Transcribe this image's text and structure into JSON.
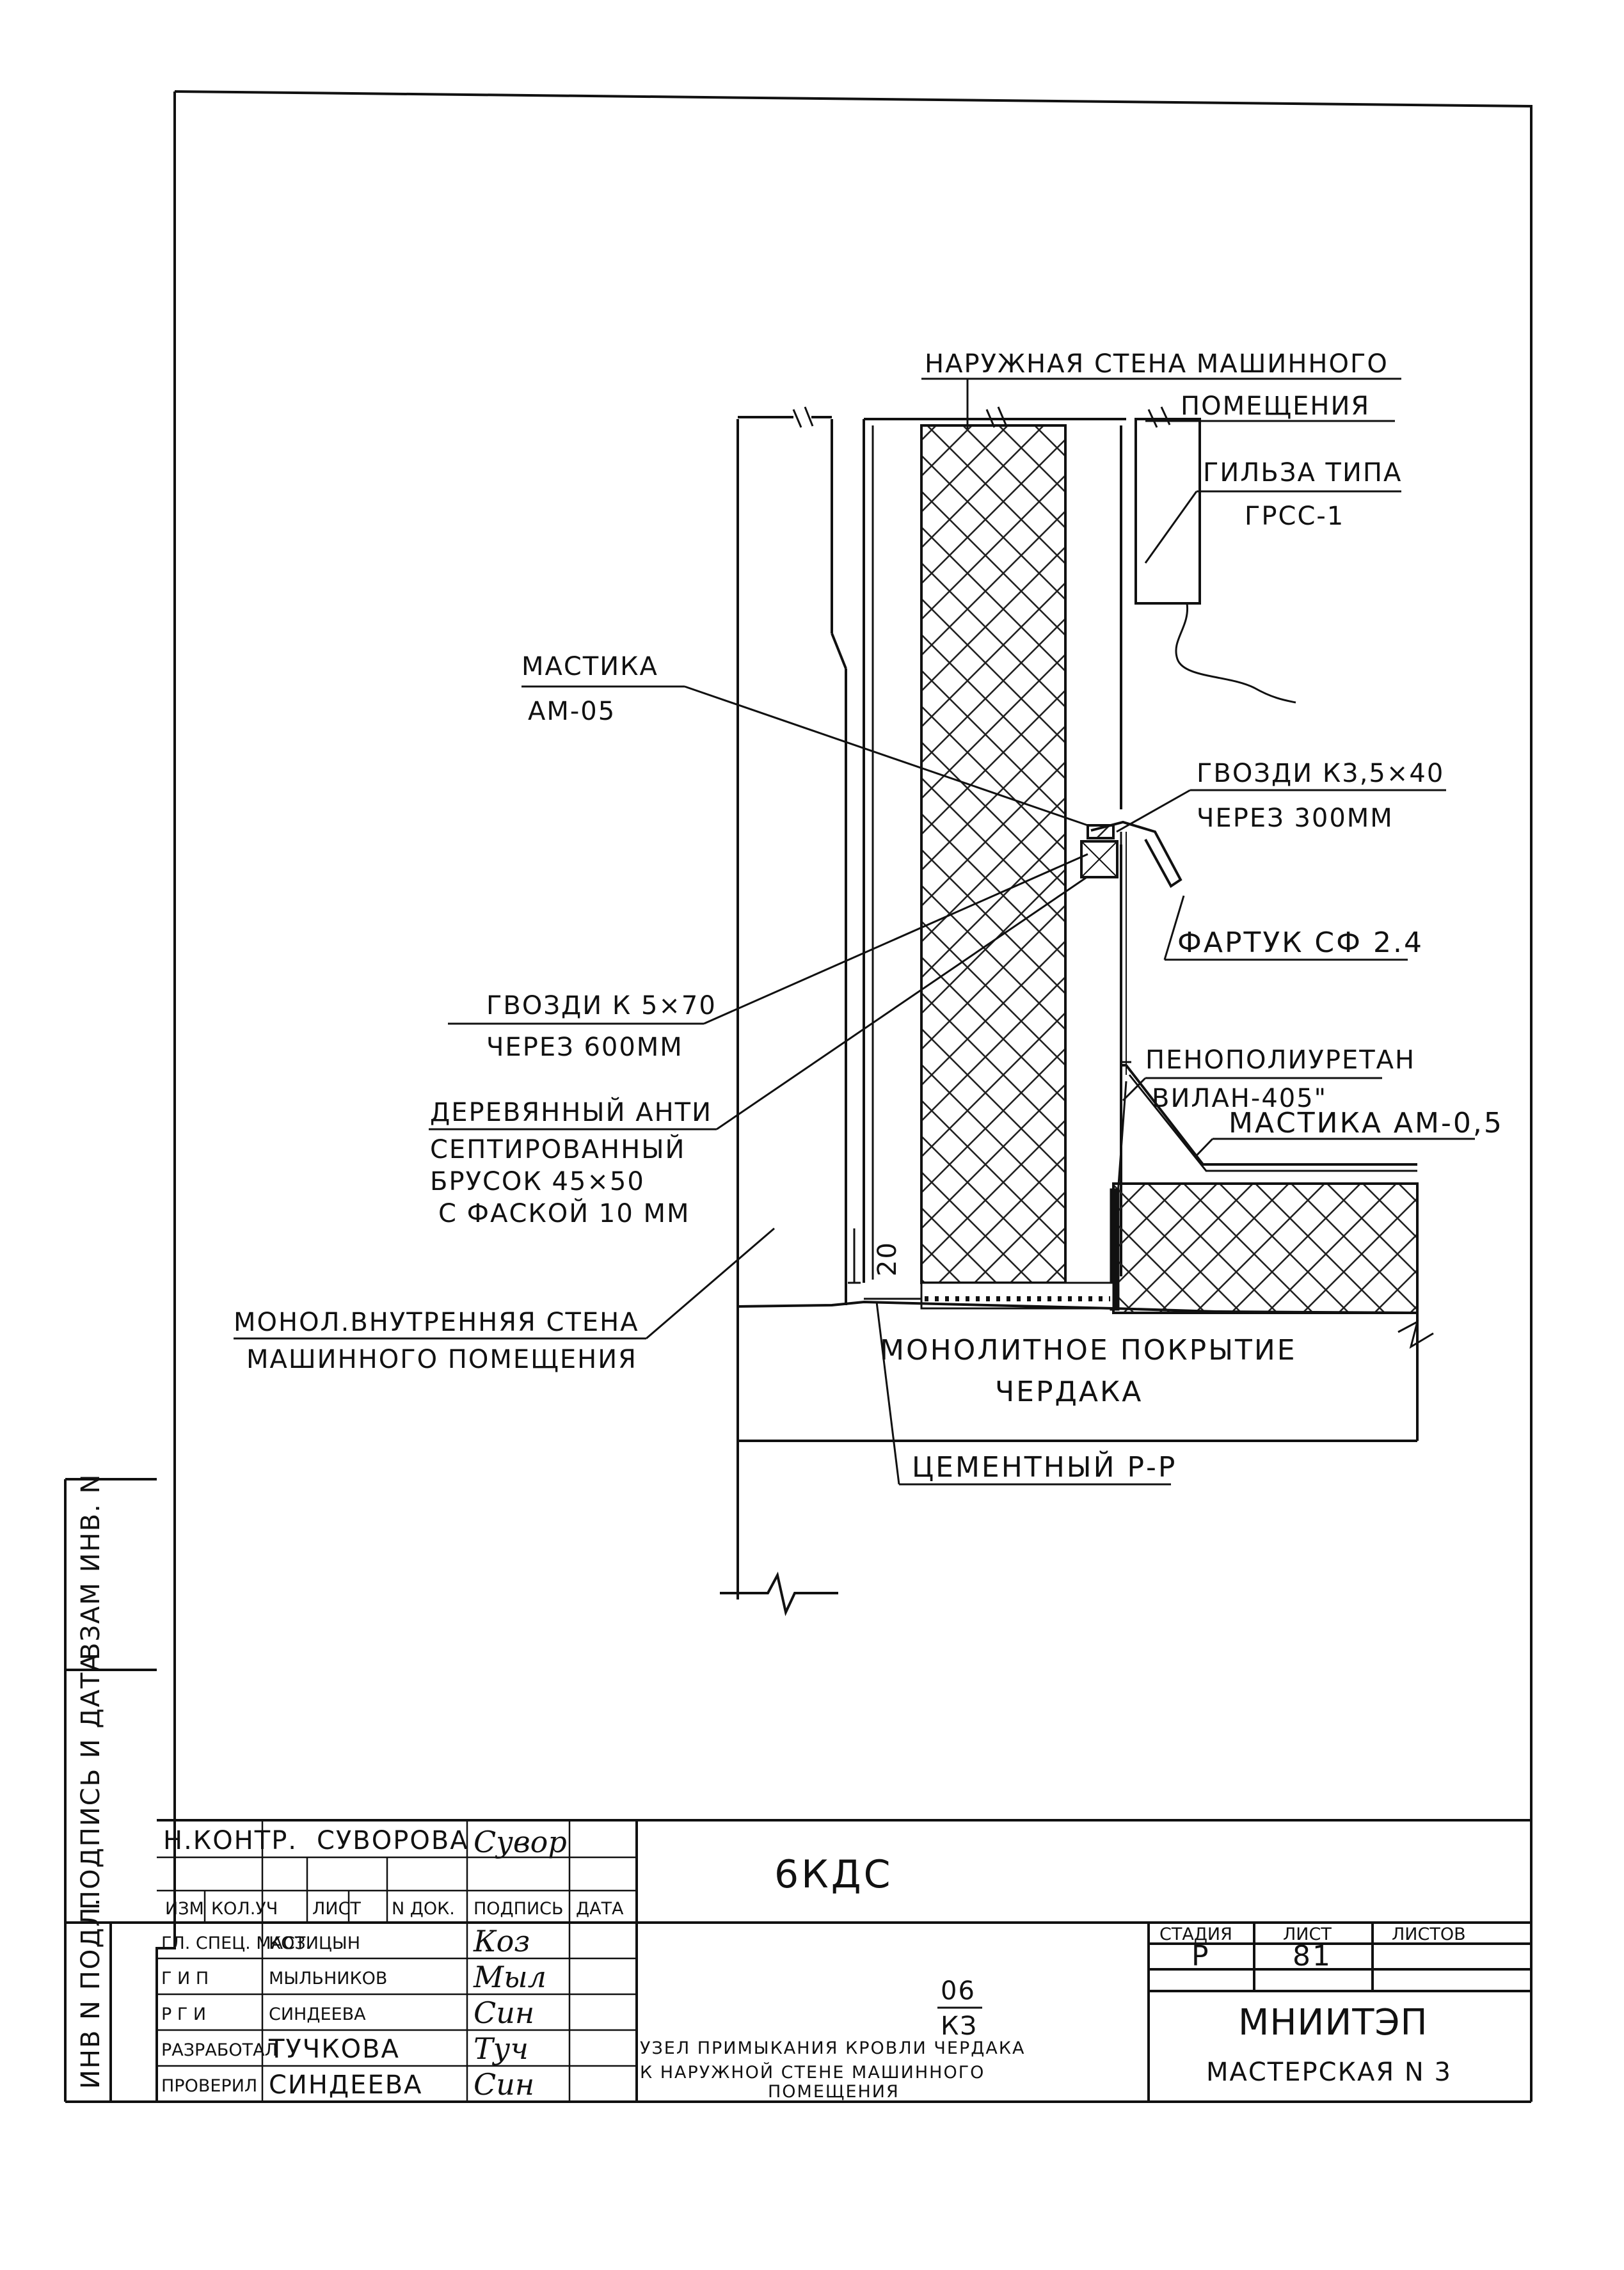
{
  "drawing": {
    "callouts": {
      "outer_wall": [
        "НАРУЖНАЯ СТЕНА МАШИННОГО",
        "ПОМЕЩЕНИЯ"
      ],
      "sleeve": [
        "ГИЛЬЗА ТИПА",
        "ГРСС-1"
      ],
      "mastic_top": [
        "МАСТИКА",
        "АМ-05"
      ],
      "nails_apron": [
        "ГВОЗДИ К3,5×40",
        "ЧЕРЕЗ 300ММ"
      ],
      "apron": "ФАРТУК СФ 2.4",
      "nails_bar": [
        "ГВОЗДИ К 5×70",
        "ЧЕРЕЗ 600ММ"
      ],
      "foam": [
        "ПЕНОПОЛИУРЕТАН",
        "ВИЛАН-405\""
      ],
      "mastic_roof": "МАСТИКА АМ-0,5",
      "wood_bar": [
        "ДЕРЕВЯННЫЙ АНТИ",
        "СЕПТИРОВАННЫЙ",
        "БРУСОК 45×50",
        "С ФАСКОЙ 10 ММ"
      ],
      "inner_wall": [
        "МОНОЛ.ВНУТРЕННЯЯ СТЕНА",
        "МАШИННОГО ПОМЕЩЕНИЯ"
      ],
      "slab": [
        "МОНОЛИТНОЕ ПОКРЫТИЕ",
        "ЧЕРДАКА"
      ],
      "cement": "ЦЕМЕНТНЫЙ Р-Р",
      "dimension": "20"
    }
  },
  "side_stamps": [
    "ВЗАМ ИНВ. N",
    "ПОДПИСЬ И ДАТА",
    "ИНВ N ПОДЛ."
  ],
  "title_block": {
    "project_code": "6КДС",
    "norm_control": {
      "role": "Н.КОНТР.",
      "name": "СУВОРОВА",
      "signature": "Сувор"
    },
    "header_row": [
      "ИЗМ",
      "КОЛ.УЧ",
      "ЛИСТ",
      "N ДОК.",
      "ПОДПИСЬ",
      "ДАТА"
    ],
    "staff": [
      {
        "role": "ГЛ. СПЕЦ. МАСТ.",
        "name": "КОЗИЦЫН",
        "signature": "Коз"
      },
      {
        "role": "Г И П",
        "name": "МЫЛЬНИКОВ",
        "signature": "Мыл"
      },
      {
        "role": "Р Г И",
        "name": "СИНДЕЕВА",
        "signature": "Син"
      },
      {
        "role": "РАЗРАБОТАЛ",
        "name": "ТУЧКОВА",
        "signature": "Туч"
      },
      {
        "role": "ПРОВЕРИЛ",
        "name": "СИНДЕЕВА",
        "signature": "Син"
      }
    ],
    "sheet_code_top": "06",
    "sheet_code_bottom": "КЗ",
    "sheet_title": [
      "УЗЕЛ ПРИМЫКАНИЯ КРОВЛИ ЧЕРДАКА",
      "К НАРУЖНОЙ СТЕНЕ МАШИННОГО",
      "ПОМЕЩЕНИЯ"
    ],
    "stage_header": "СТАДИЯ",
    "sheet_header": "ЛИСТ",
    "sheets_header": "ЛИСТОВ",
    "stage": "Р",
    "sheet": "81",
    "sheets": "",
    "organization": "МНИИТЭП",
    "workshop": "МАСТЕРСКАЯ N 3"
  }
}
